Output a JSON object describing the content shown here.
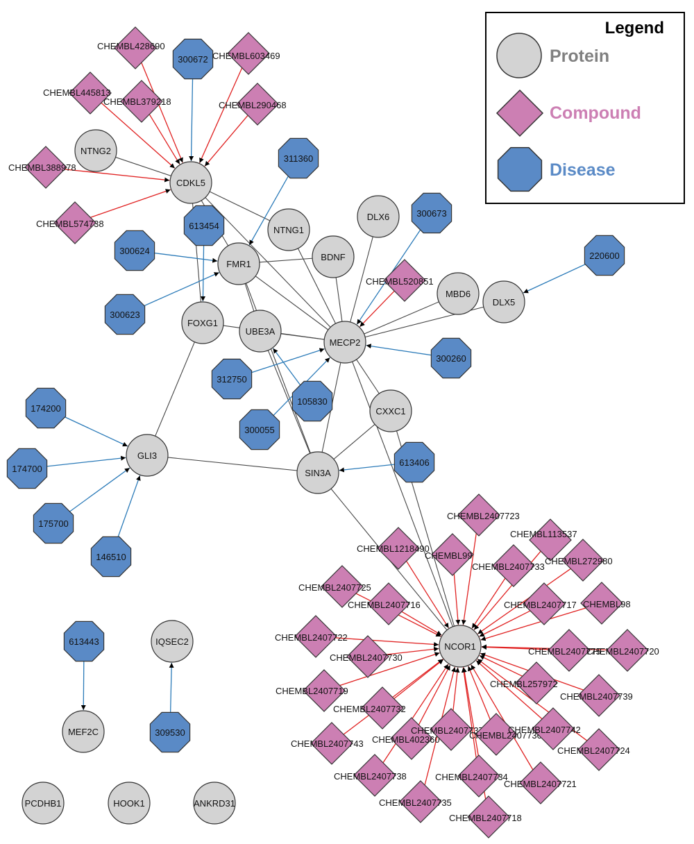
{
  "colors": {
    "protein_fill": "#d3d3d3",
    "compound_fill": "#cc7fb3",
    "disease_fill": "#5a8ac6",
    "edge_protein": "#444444",
    "edge_compound": "#e02020",
    "edge_disease": "#2a7ab8",
    "legend_protein_text": "#808080",
    "legend_compound_text": "#cc7fb3",
    "legend_disease_text": "#5a8ac6"
  },
  "legend": {
    "title": "Legend",
    "protein": "Protein",
    "compound": "Compound",
    "disease": "Disease"
  },
  "nodes": [
    {
      "id": "CDKL5",
      "label": "CDKL5",
      "type": "protein"
    },
    {
      "id": "NTNG2",
      "label": "NTNG2",
      "type": "protein"
    },
    {
      "id": "NTNG1",
      "label": "NTNG1",
      "type": "protein"
    },
    {
      "id": "FMR1",
      "label": "FMR1",
      "type": "protein"
    },
    {
      "id": "DLX6",
      "label": "DLX6",
      "type": "protein"
    },
    {
      "id": "BDNF",
      "label": "BDNF",
      "type": "protein"
    },
    {
      "id": "MBD6",
      "label": "MBD6",
      "type": "protein"
    },
    {
      "id": "DLX5",
      "label": "DLX5",
      "type": "protein"
    },
    {
      "id": "FOXG1",
      "label": "FOXG1",
      "type": "protein"
    },
    {
      "id": "UBE3A",
      "label": "UBE3A",
      "type": "protein"
    },
    {
      "id": "MECP2",
      "label": "MECP2",
      "type": "protein"
    },
    {
      "id": "CXXC1",
      "label": "CXXC1",
      "type": "protein"
    },
    {
      "id": "GLI3",
      "label": "GLI3",
      "type": "protein"
    },
    {
      "id": "SIN3A",
      "label": "SIN3A",
      "type": "protein"
    },
    {
      "id": "NCOR1",
      "label": "NCOR1",
      "type": "protein"
    },
    {
      "id": "IQSEC2",
      "label": "IQSEC2",
      "type": "protein"
    },
    {
      "id": "MEF2C",
      "label": "MEF2C",
      "type": "protein"
    },
    {
      "id": "PCDHB1",
      "label": "PCDHB1",
      "type": "protein"
    },
    {
      "id": "HOOK1",
      "label": "HOOK1",
      "type": "protein"
    },
    {
      "id": "ANKRD31",
      "label": "ANKRD31",
      "type": "protein"
    },
    {
      "id": "d300672",
      "label": "300672",
      "type": "disease"
    },
    {
      "id": "d311360",
      "label": "311360",
      "type": "disease"
    },
    {
      "id": "d613454",
      "label": "613454",
      "type": "disease"
    },
    {
      "id": "d300624",
      "label": "300624",
      "type": "disease"
    },
    {
      "id": "d300623",
      "label": "300623",
      "type": "disease"
    },
    {
      "id": "d300673",
      "label": "300673",
      "type": "disease"
    },
    {
      "id": "d220600",
      "label": "220600",
      "type": "disease"
    },
    {
      "id": "d300260",
      "label": "300260",
      "type": "disease"
    },
    {
      "id": "d312750",
      "label": "312750",
      "type": "disease"
    },
    {
      "id": "d105830",
      "label": "105830",
      "type": "disease"
    },
    {
      "id": "d300055",
      "label": "300055",
      "type": "disease"
    },
    {
      "id": "d174200",
      "label": "174200",
      "type": "disease"
    },
    {
      "id": "d174700",
      "label": "174700",
      "type": "disease"
    },
    {
      "id": "d175700",
      "label": "175700",
      "type": "disease"
    },
    {
      "id": "d146510",
      "label": "146510",
      "type": "disease"
    },
    {
      "id": "d613406",
      "label": "613406",
      "type": "disease"
    },
    {
      "id": "d613443",
      "label": "613443",
      "type": "disease"
    },
    {
      "id": "d309530",
      "label": "309530",
      "type": "disease"
    },
    {
      "id": "c428690",
      "label": "CHEMBL428690",
      "type": "compound"
    },
    {
      "id": "c603469",
      "label": "CHEMBL603469",
      "type": "compound"
    },
    {
      "id": "c445813",
      "label": "CHEMBL445813",
      "type": "compound"
    },
    {
      "id": "c379218",
      "label": "CHEMBL379218",
      "type": "compound"
    },
    {
      "id": "c290468",
      "label": "CHEMBL290468",
      "type": "compound"
    },
    {
      "id": "c388978",
      "label": "CHEMBL388978",
      "type": "compound"
    },
    {
      "id": "c574738",
      "label": "CHEMBL574738",
      "type": "compound"
    },
    {
      "id": "c520851",
      "label": "CHEMBL520851",
      "type": "compound"
    },
    {
      "id": "c2407723",
      "label": "CHEMBL2407723",
      "type": "compound"
    },
    {
      "id": "c113537",
      "label": "CHEMBL113537",
      "type": "compound"
    },
    {
      "id": "c1218490",
      "label": "CHEMBL1218490",
      "type": "compound"
    },
    {
      "id": "c99",
      "label": "CHEMBL99",
      "type": "compound"
    },
    {
      "id": "c2407733",
      "label": "CHEMBL2407733",
      "type": "compound"
    },
    {
      "id": "c272980",
      "label": "CHEMBL272980",
      "type": "compound"
    },
    {
      "id": "c2407725",
      "label": "CHEMBL2407725",
      "type": "compound"
    },
    {
      "id": "c2407716",
      "label": "CHEMBL2407716",
      "type": "compound"
    },
    {
      "id": "c2407717",
      "label": "CHEMBL2407717",
      "type": "compound"
    },
    {
      "id": "c98",
      "label": "CHEMBL98",
      "type": "compound"
    },
    {
      "id": "c2407722",
      "label": "CHEMBL2407722",
      "type": "compound"
    },
    {
      "id": "c2407730",
      "label": "CHEMBL2407730",
      "type": "compound"
    },
    {
      "id": "c2407775",
      "label": "CHEMBL2407775",
      "type": "compound"
    },
    {
      "id": "c2407720",
      "label": "CHEMBL2407720",
      "type": "compound"
    },
    {
      "id": "c2407719",
      "label": "CHEMBL2407719",
      "type": "compound"
    },
    {
      "id": "c257972",
      "label": "CHEMBL257972",
      "type": "compound"
    },
    {
      "id": "c2407739",
      "label": "CHEMBL2407739",
      "type": "compound"
    },
    {
      "id": "c2407732",
      "label": "CHEMBL2407732",
      "type": "compound"
    },
    {
      "id": "c2407743",
      "label": "CHEMBL2407743",
      "type": "compound"
    },
    {
      "id": "c402360",
      "label": "CHEMBL402360",
      "type": "compound"
    },
    {
      "id": "c2407737",
      "label": "CHEMBL2407737",
      "type": "compound"
    },
    {
      "id": "c2407736",
      "label": "CHEMBL2407736",
      "type": "compound"
    },
    {
      "id": "c2407742",
      "label": "CHEMBL2407742",
      "type": "compound"
    },
    {
      "id": "c2407724",
      "label": "CHEMBL2407724",
      "type": "compound"
    },
    {
      "id": "c2407738",
      "label": "CHEMBL2407738",
      "type": "compound"
    },
    {
      "id": "c2407734",
      "label": "CHEMBL2407734",
      "type": "compound"
    },
    {
      "id": "c2407721",
      "label": "CHEMBL2407721",
      "type": "compound"
    },
    {
      "id": "c2407735",
      "label": "CHEMBL2407735",
      "type": "compound"
    },
    {
      "id": "c2407718",
      "label": "CHEMBL2407718",
      "type": "compound"
    }
  ],
  "edges": [
    {
      "from": "NTNG2",
      "to": "CDKL5",
      "kind": "pp"
    },
    {
      "from": "CDKL5",
      "to": "NTNG1",
      "kind": "pp"
    },
    {
      "from": "CDKL5",
      "to": "FMR1",
      "kind": "pp"
    },
    {
      "from": "CDKL5",
      "to": "MECP2",
      "kind": "pp"
    },
    {
      "from": "CDKL5",
      "to": "FOXG1",
      "kind": "pp"
    },
    {
      "from": "FMR1",
      "to": "BDNF",
      "kind": "pp"
    },
    {
      "from": "FMR1",
      "to": "UBE3A",
      "kind": "pp"
    },
    {
      "from": "FMR1",
      "to": "MECP2",
      "kind": "pp"
    },
    {
      "from": "FMR1",
      "to": "SIN3A",
      "kind": "pp"
    },
    {
      "from": "NTNG1",
      "to": "MECP2",
      "kind": "pp"
    },
    {
      "from": "BDNF",
      "to": "MECP2",
      "kind": "pp"
    },
    {
      "from": "DLX6",
      "to": "MECP2",
      "kind": "pp"
    },
    {
      "from": "MBD6",
      "to": "MECP2",
      "kind": "pp"
    },
    {
      "from": "DLX5",
      "to": "MECP2",
      "kind": "pp"
    },
    {
      "from": "FOXG1",
      "to": "MECP2",
      "kind": "pp"
    },
    {
      "from": "UBE3A",
      "to": "MECP2",
      "kind": "pp"
    },
    {
      "from": "UBE3A",
      "to": "SIN3A",
      "kind": "pp"
    },
    {
      "from": "MECP2",
      "to": "CXXC1",
      "kind": "pp"
    },
    {
      "from": "MECP2",
      "to": "SIN3A",
      "kind": "pp"
    },
    {
      "from": "MECP2",
      "to": "NCOR1",
      "kind": "pp"
    },
    {
      "from": "CXXC1",
      "to": "SIN3A",
      "kind": "pp"
    },
    {
      "from": "CXXC1",
      "to": "NCOR1",
      "kind": "pp"
    },
    {
      "from": "SIN3A",
      "to": "NCOR1",
      "kind": "pp"
    },
    {
      "from": "GLI3",
      "to": "SIN3A",
      "kind": "pp"
    },
    {
      "from": "GLI3",
      "to": "FOXG1",
      "kind": "pp"
    },
    {
      "from": "d300672",
      "to": "CDKL5",
      "kind": "disease"
    },
    {
      "from": "d311360",
      "to": "FMR1",
      "kind": "disease"
    },
    {
      "from": "d613454",
      "to": "FOXG1",
      "kind": "disease"
    },
    {
      "from": "d300624",
      "to": "FMR1",
      "kind": "disease"
    },
    {
      "from": "d300623",
      "to": "FMR1",
      "kind": "disease"
    },
    {
      "from": "d300673",
      "to": "MECP2",
      "kind": "disease"
    },
    {
      "from": "d220600",
      "to": "DLX5",
      "kind": "disease"
    },
    {
      "from": "d300260",
      "to": "MECP2",
      "kind": "disease"
    },
    {
      "from": "d312750",
      "to": "MECP2",
      "kind": "disease"
    },
    {
      "from": "d105830",
      "to": "UBE3A",
      "kind": "disease"
    },
    {
      "from": "d300055",
      "to": "MECP2",
      "kind": "disease"
    },
    {
      "from": "d174200",
      "to": "GLI3",
      "kind": "disease"
    },
    {
      "from": "d174700",
      "to": "GLI3",
      "kind": "disease"
    },
    {
      "from": "d175700",
      "to": "GLI3",
      "kind": "disease"
    },
    {
      "from": "d146510",
      "to": "GLI3",
      "kind": "disease"
    },
    {
      "from": "d613406",
      "to": "SIN3A",
      "kind": "disease"
    },
    {
      "from": "d613443",
      "to": "MEF2C",
      "kind": "disease"
    },
    {
      "from": "d309530",
      "to": "IQSEC2",
      "kind": "disease"
    },
    {
      "from": "c428690",
      "to": "CDKL5",
      "kind": "compound"
    },
    {
      "from": "c603469",
      "to": "CDKL5",
      "kind": "compound"
    },
    {
      "from": "c445813",
      "to": "CDKL5",
      "kind": "compound"
    },
    {
      "from": "c379218",
      "to": "CDKL5",
      "kind": "compound"
    },
    {
      "from": "c290468",
      "to": "CDKL5",
      "kind": "compound"
    },
    {
      "from": "c388978",
      "to": "CDKL5",
      "kind": "compound"
    },
    {
      "from": "c574738",
      "to": "CDKL5",
      "kind": "compound"
    },
    {
      "from": "c520851",
      "to": "MECP2",
      "kind": "compound"
    },
    {
      "from": "c2407723",
      "to": "NCOR1",
      "kind": "compound"
    },
    {
      "from": "c113537",
      "to": "NCOR1",
      "kind": "compound"
    },
    {
      "from": "c1218490",
      "to": "NCOR1",
      "kind": "compound"
    },
    {
      "from": "c99",
      "to": "NCOR1",
      "kind": "compound"
    },
    {
      "from": "c2407733",
      "to": "NCOR1",
      "kind": "compound"
    },
    {
      "from": "c272980",
      "to": "NCOR1",
      "kind": "compound"
    },
    {
      "from": "c2407725",
      "to": "NCOR1",
      "kind": "compound"
    },
    {
      "from": "c2407716",
      "to": "NCOR1",
      "kind": "compound"
    },
    {
      "from": "c2407717",
      "to": "NCOR1",
      "kind": "compound"
    },
    {
      "from": "c98",
      "to": "NCOR1",
      "kind": "compound"
    },
    {
      "from": "c2407722",
      "to": "NCOR1",
      "kind": "compound"
    },
    {
      "from": "c2407730",
      "to": "NCOR1",
      "kind": "compound"
    },
    {
      "from": "c2407775",
      "to": "NCOR1",
      "kind": "compound"
    },
    {
      "from": "c2407720",
      "to": "NCOR1",
      "kind": "compound"
    },
    {
      "from": "c2407719",
      "to": "NCOR1",
      "kind": "compound"
    },
    {
      "from": "c257972",
      "to": "NCOR1",
      "kind": "compound"
    },
    {
      "from": "c2407739",
      "to": "NCOR1",
      "kind": "compound"
    },
    {
      "from": "c2407732",
      "to": "NCOR1",
      "kind": "compound"
    },
    {
      "from": "c2407743",
      "to": "NCOR1",
      "kind": "compound"
    },
    {
      "from": "c402360",
      "to": "NCOR1",
      "kind": "compound"
    },
    {
      "from": "c2407737",
      "to": "NCOR1",
      "kind": "compound"
    },
    {
      "from": "c2407736",
      "to": "NCOR1",
      "kind": "compound"
    },
    {
      "from": "c2407742",
      "to": "NCOR1",
      "kind": "compound"
    },
    {
      "from": "c2407724",
      "to": "NCOR1",
      "kind": "compound"
    },
    {
      "from": "c2407738",
      "to": "NCOR1",
      "kind": "compound"
    },
    {
      "from": "c2407734",
      "to": "NCOR1",
      "kind": "compound"
    },
    {
      "from": "c2407721",
      "to": "NCOR1",
      "kind": "compound"
    },
    {
      "from": "c2407735",
      "to": "NCOR1",
      "kind": "compound"
    },
    {
      "from": "c2407718",
      "to": "NCOR1",
      "kind": "compound"
    }
  ]
}
